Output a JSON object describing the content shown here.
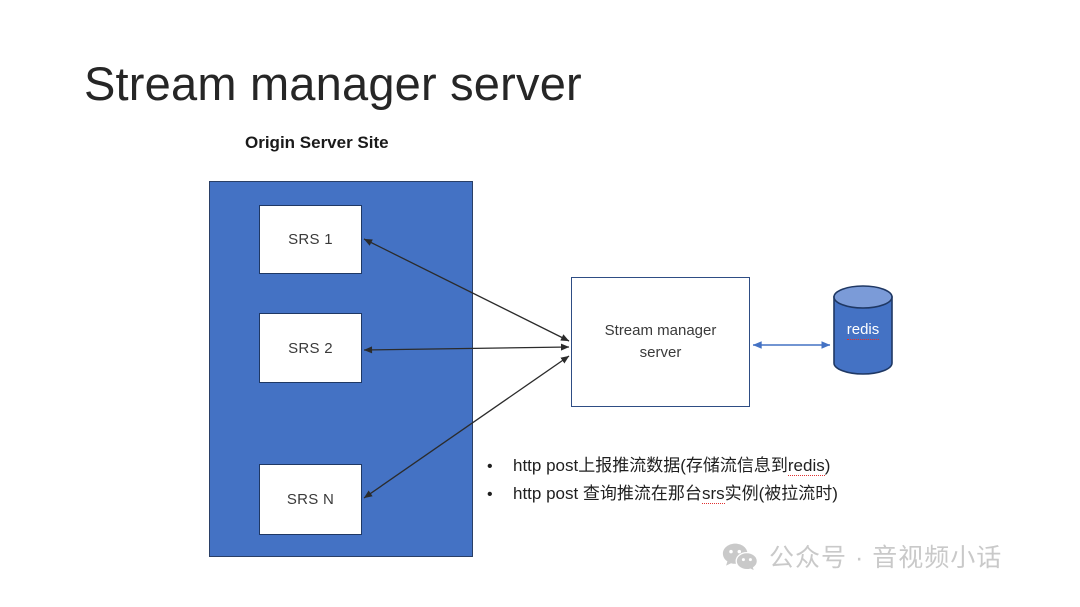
{
  "slide": {
    "title": "Stream manager server",
    "site_caption": "Origin Server Site",
    "background_color": "#ffffff"
  },
  "origin_site": {
    "fill_color": "#4472C4",
    "border_color": "#2a3f66",
    "nodes": [
      {
        "label": "SRS 1"
      },
      {
        "label": "SRS 2"
      },
      {
        "label": "SRS N"
      }
    ]
  },
  "manager": {
    "label_line1": "Stream manager",
    "label_line2": "server",
    "border_color": "#2E4D84"
  },
  "datastore": {
    "label": "redis",
    "misspelled": true,
    "body_color": "#4472C4",
    "top_color": "#7B9BD8",
    "outline_color": "#1F3864",
    "shape": "cylinder-icon"
  },
  "connectors": {
    "srs_arrow_color": "#333333",
    "redis_arrow_color": "#4472C4",
    "style": "double-headed"
  },
  "bullets": [
    {
      "marker": "•",
      "text_before": "http post上报推流数据(存储流信息到",
      "text_misspelled": "redis",
      "text_after": ")"
    },
    {
      "marker": "•",
      "text_before": "http post 查询推流在那台",
      "text_misspelled": "srs",
      "text_after": "实例(被拉流时)"
    }
  ],
  "watermark": {
    "icon": "wechat-icon",
    "text": "公众号 · 音视频小话",
    "color": "#c9c9c9"
  }
}
